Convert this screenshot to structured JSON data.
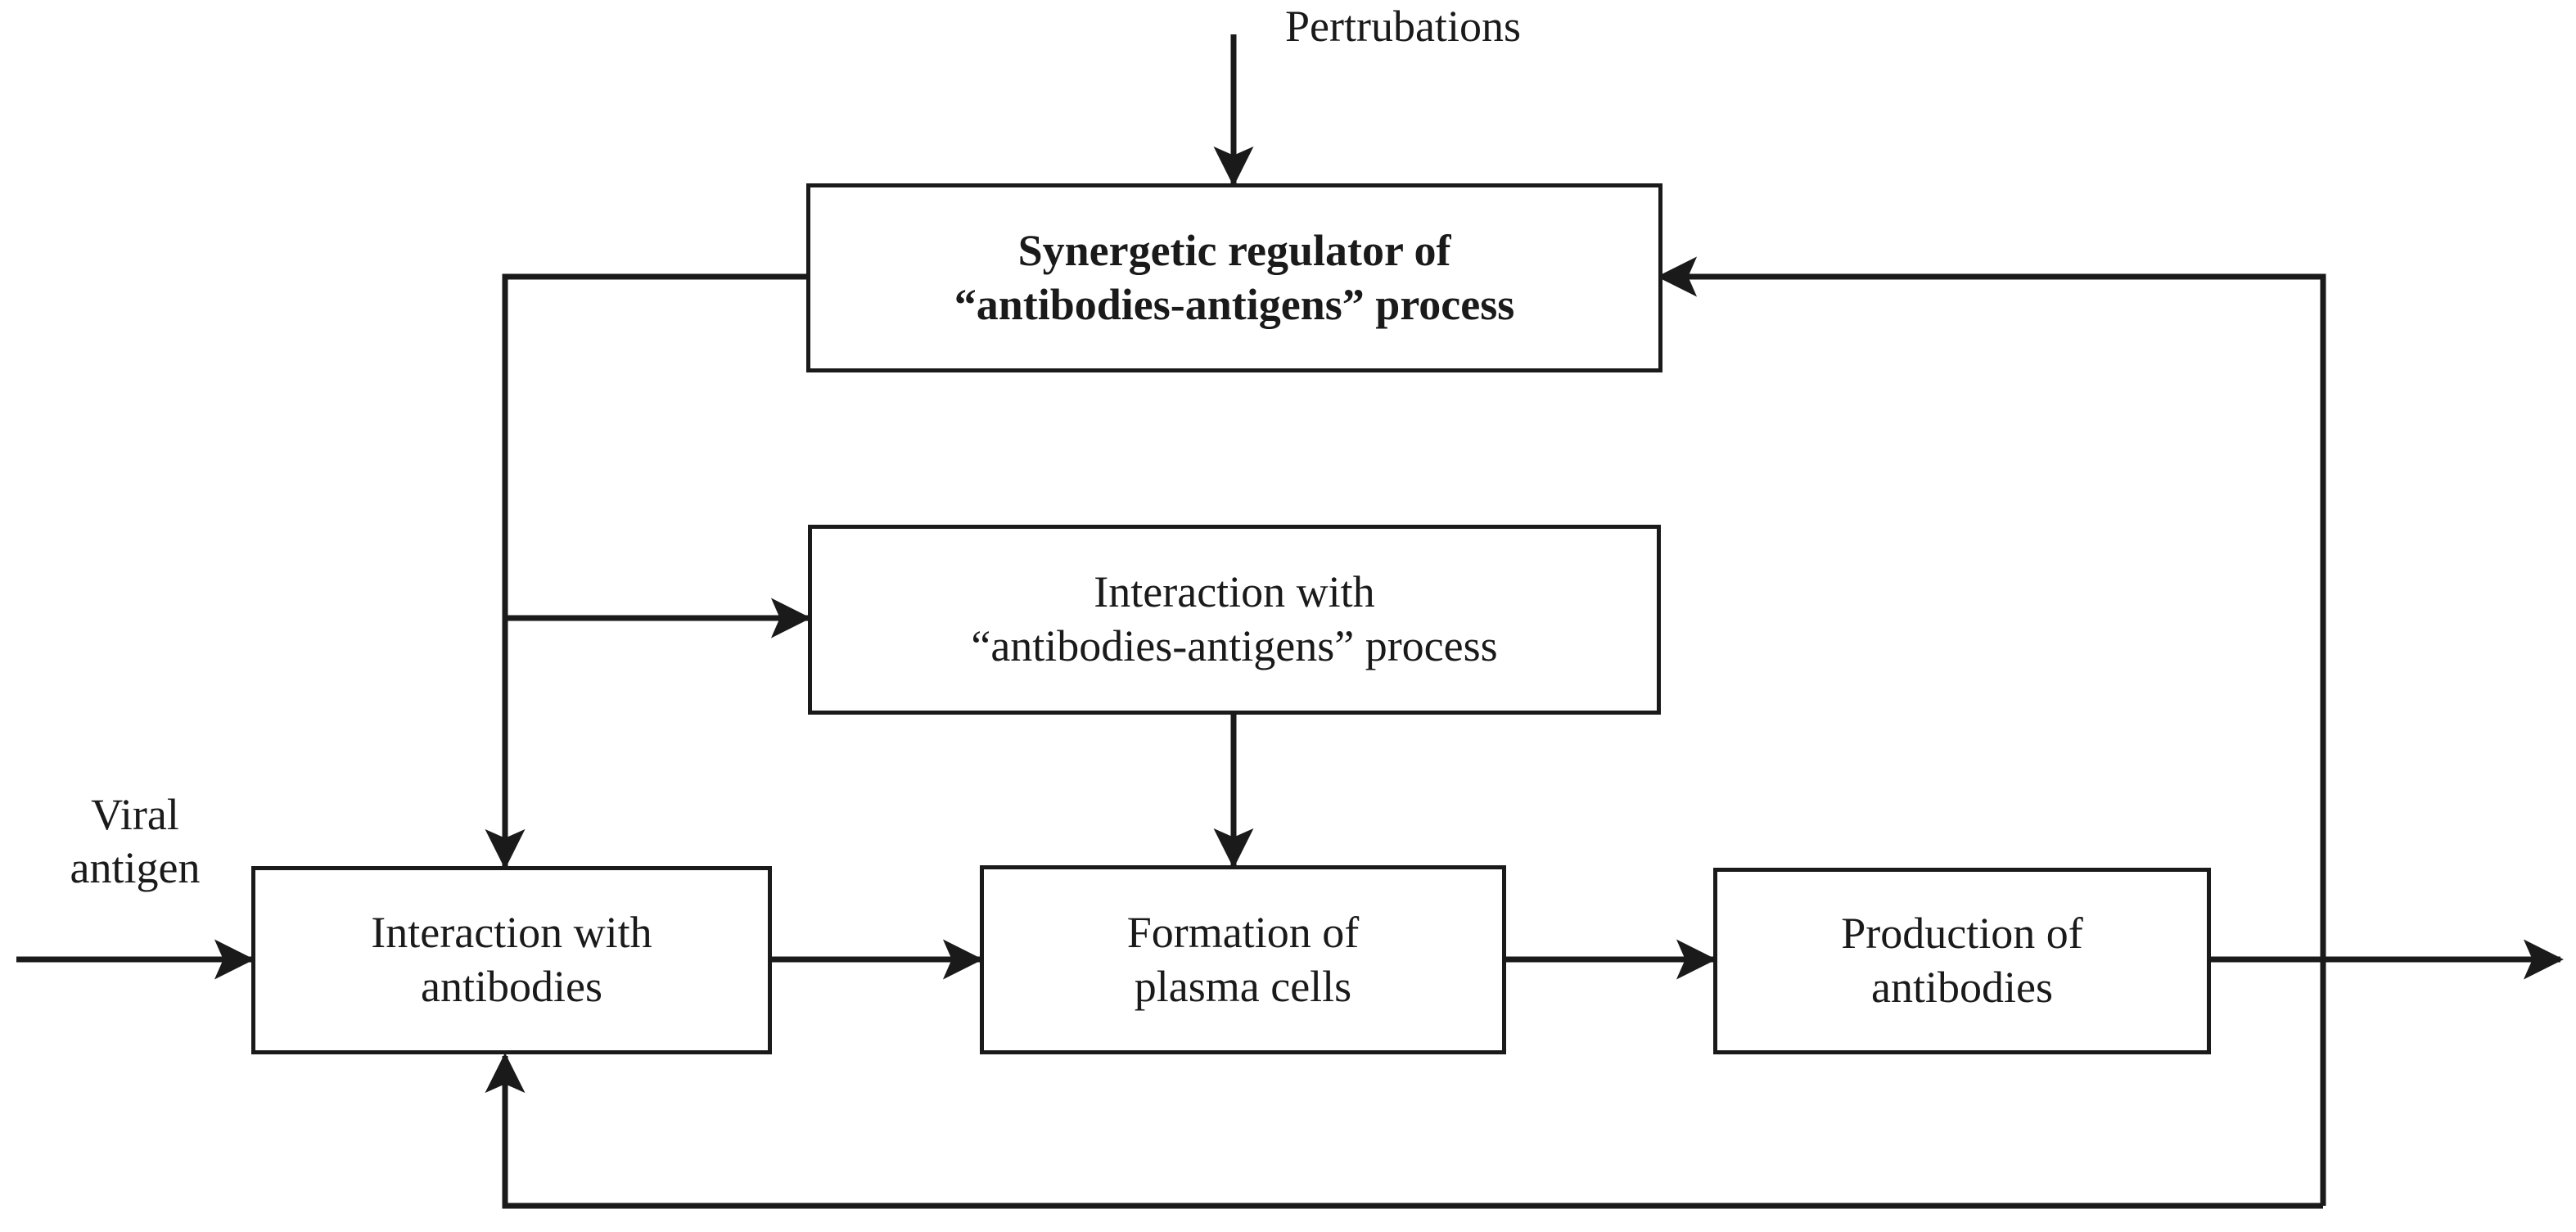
{
  "diagram": {
    "title": "Synergetic regulation block diagram of the antibodies-antigens immune process",
    "type": "block-flow-diagram",
    "colors": {
      "stroke": "#1a1a1a",
      "background": "#ffffff"
    },
    "nodes": [
      {
        "id": "synergetic-regulator",
        "bold": true,
        "line1": "Synergetic regulator of",
        "line2": "“antibodies-antigens” process"
      },
      {
        "id": "interaction-aa-process",
        "bold": false,
        "line1": "Interaction with",
        "line2": "“antibodies-antigens” process"
      },
      {
        "id": "interaction-antibodies",
        "bold": false,
        "line1": "Interaction with",
        "line2": "antibodies"
      },
      {
        "id": "formation-plasma-cells",
        "bold": false,
        "line1": "Formation of",
        "line2": "plasma cells"
      },
      {
        "id": "production-antibodies",
        "bold": false,
        "line1": "Production of",
        "line2": "antibodies"
      }
    ],
    "labels": [
      {
        "id": "pertrubations",
        "line1": "Pertrubations",
        "line2": ""
      },
      {
        "id": "viral-antigen",
        "line1": "Viral",
        "line2": "antigen"
      }
    ]
  }
}
